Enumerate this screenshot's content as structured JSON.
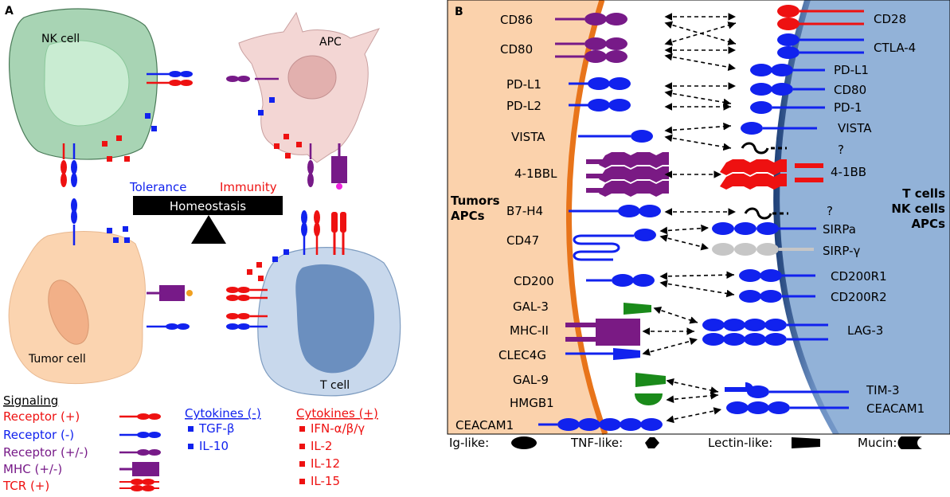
{
  "colors": {
    "pos": "#ee1111",
    "neg": "#1122ee",
    "mixed": "#771a88",
    "tnf_purple": "#7a1a84",
    "grey": "#c6c6c6",
    "green": "#1a8a1a",
    "black": "#000000"
  },
  "panelA": {
    "label": "A",
    "nk_cell": "NK cell",
    "apc": "APC",
    "tumor_cell": "Tumor cell",
    "t_cell": "T cell",
    "tolerance": "Tolerance",
    "immunity": "Immunity",
    "homeostasis": "Homeostasis"
  },
  "legendA": {
    "signaling_title": "Signaling",
    "receptor_pos": "Receptor (+)",
    "receptor_neg": "Receptor (-)",
    "receptor_mixed": "Receptor (+/-)",
    "mhc": "MHC (+/-)",
    "tcr": "TCR (+)",
    "cyt_neg_title": "Cytokines (-)",
    "cyt_neg_items": [
      "TGF-β",
      "IL-10"
    ],
    "cyt_pos_title": "Cytokines (+)",
    "cyt_pos_items": [
      "IFN-α/β/γ",
      "IL-2",
      "IL-12",
      "IL-15"
    ]
  },
  "panelB": {
    "label": "B",
    "left_group": [
      "Tumors",
      "APCs"
    ],
    "right_group": [
      "T cells",
      "NK cells",
      "APCs"
    ],
    "left_ligands": [
      "CD86",
      "CD80",
      "PD-L1",
      "PD-L2",
      "VISTA",
      "4-1BBL",
      "B7-H4",
      "CD47",
      "CD200",
      "GAL-3",
      "MHC-II",
      "CLEC4G",
      "GAL-9",
      "HMGB1",
      "CEACAM1"
    ],
    "right_receptors": [
      "CD28",
      "CTLA-4",
      "PD-L1",
      "CD80",
      "PD-1",
      "VISTA",
      "?",
      "4-1BB",
      "?",
      "SIRPa",
      "SIRP-γ",
      "CD200R1",
      "CD200R2",
      "LAG-3",
      "TIM-3",
      "CEACAM1"
    ],
    "domain_legend": {
      "ig": "Ig-like:",
      "tnf": "TNF-like:",
      "lectin": "Lectin-like:",
      "mucin": "Mucin:"
    }
  }
}
